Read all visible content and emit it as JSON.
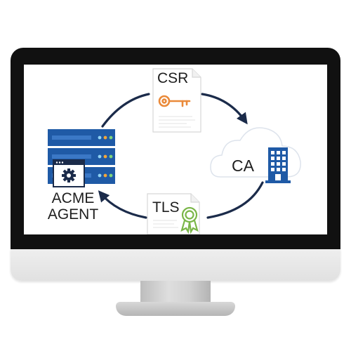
{
  "diagram": {
    "nodes": {
      "csr": {
        "label": "CSR",
        "icon": "key-icon"
      },
      "ca": {
        "label": "CA",
        "icon": "office-building-icon"
      },
      "tls": {
        "label": "TLS",
        "icon": "certificate-badge-icon"
      },
      "agent": {
        "label_line1": "ACME",
        "label_line2": "AGENT",
        "icon": "server-gear-icon"
      }
    },
    "colors": {
      "server_blue": "#1f5aa6",
      "building_blue": "#1f5aa6",
      "arrow": "#1b2b4a",
      "key_orange": "#ea8a3a",
      "badge_green": "#7ab648",
      "monitor_bezel": "#111111"
    }
  }
}
